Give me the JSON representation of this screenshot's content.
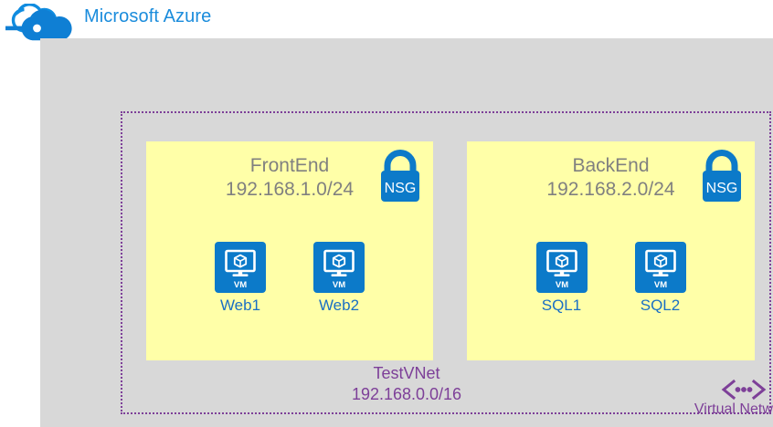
{
  "header": {
    "logo_icon": "azure-cloud-logo",
    "title": "Microsoft Azure"
  },
  "colors": {
    "azure_blue": "#1a8cdc",
    "icon_blue": "#0c7ac9",
    "subnet_fill": "#ffffa8",
    "region_fill": "#d8d8d8",
    "vnet_purple": "#7d3f98",
    "subnet_text_gray": "#808080",
    "vm_label_blue": "#1a6fc4"
  },
  "vnet": {
    "name": "TestVNet",
    "cidr": "192.168.0.0/16",
    "legend_label": "Virtual Network",
    "legend_icon": "virtual-network-icon"
  },
  "subnets": [
    {
      "name": "FrontEnd",
      "cidr": "192.168.1.0/24",
      "nsg": {
        "label": "NSG",
        "icon": "lock-icon"
      },
      "vms": [
        {
          "label": "Web1",
          "badge": "VM",
          "icon": "virtual-machine-icon"
        },
        {
          "label": "Web2",
          "badge": "VM",
          "icon": "virtual-machine-icon"
        }
      ]
    },
    {
      "name": "BackEnd",
      "cidr": "192.168.2.0/24",
      "nsg": {
        "label": "NSG",
        "icon": "lock-icon"
      },
      "vms": [
        {
          "label": "SQL1",
          "badge": "VM",
          "icon": "virtual-machine-icon"
        },
        {
          "label": "SQL2",
          "badge": "VM",
          "icon": "virtual-machine-icon"
        }
      ]
    }
  ]
}
